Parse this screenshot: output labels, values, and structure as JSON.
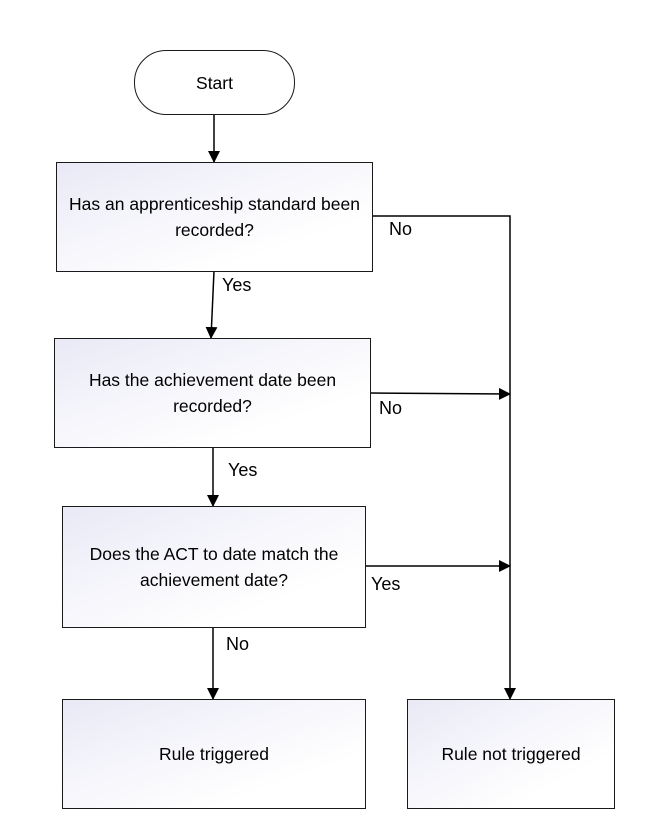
{
  "nodes": {
    "start": "Start",
    "q1": "Has an apprenticeship standard been recorded?",
    "q2": "Has the achievement date been recorded?",
    "q3": "Does the ACT to date match the achievement date?",
    "triggered": "Rule triggered",
    "not_triggered": "Rule not triggered"
  },
  "edge_labels": {
    "q1_yes": "Yes",
    "q1_no": "No",
    "q2_yes": "Yes",
    "q2_no": "No",
    "q3_yes": "Yes",
    "q3_no": "No"
  }
}
